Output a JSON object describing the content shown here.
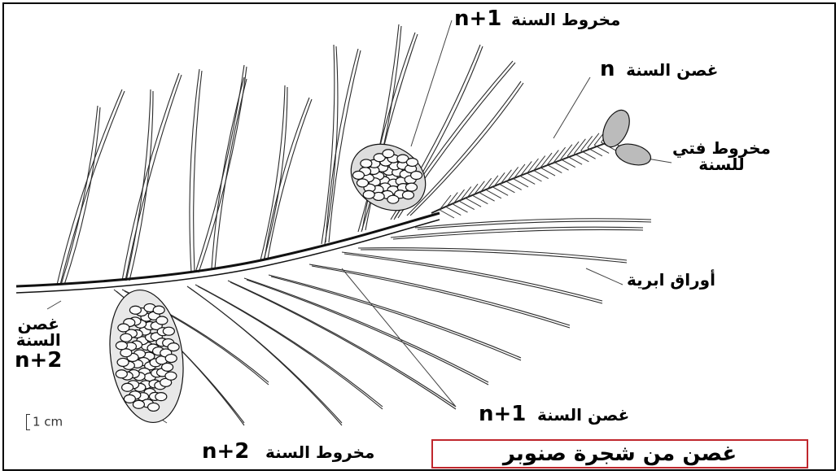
{
  "labels": {
    "cone_n1_top": {
      "ar": "مخروط السنة",
      "code": "n+1"
    },
    "branch_n": {
      "ar": "غصن السنة",
      "code": "n"
    },
    "young_cone": {
      "line1": "مخروط فتي",
      "line2": "للسنة"
    },
    "needles": {
      "ar": "أوراق ابرية"
    },
    "branch_n2": {
      "line1": "غصن",
      "line2": "السنة",
      "code": "n+2"
    },
    "branch_n1": {
      "ar": "غصن السنة",
      "code": "n+1"
    },
    "cone_n2": {
      "ar": "مخروط السنة",
      "code": "n+2"
    }
  },
  "scale": {
    "label": "1 cm"
  },
  "title": {
    "text": "غصن من شجرة صنوبر"
  },
  "colors": {
    "ink": "#000000",
    "title_border": "#c0272d"
  }
}
